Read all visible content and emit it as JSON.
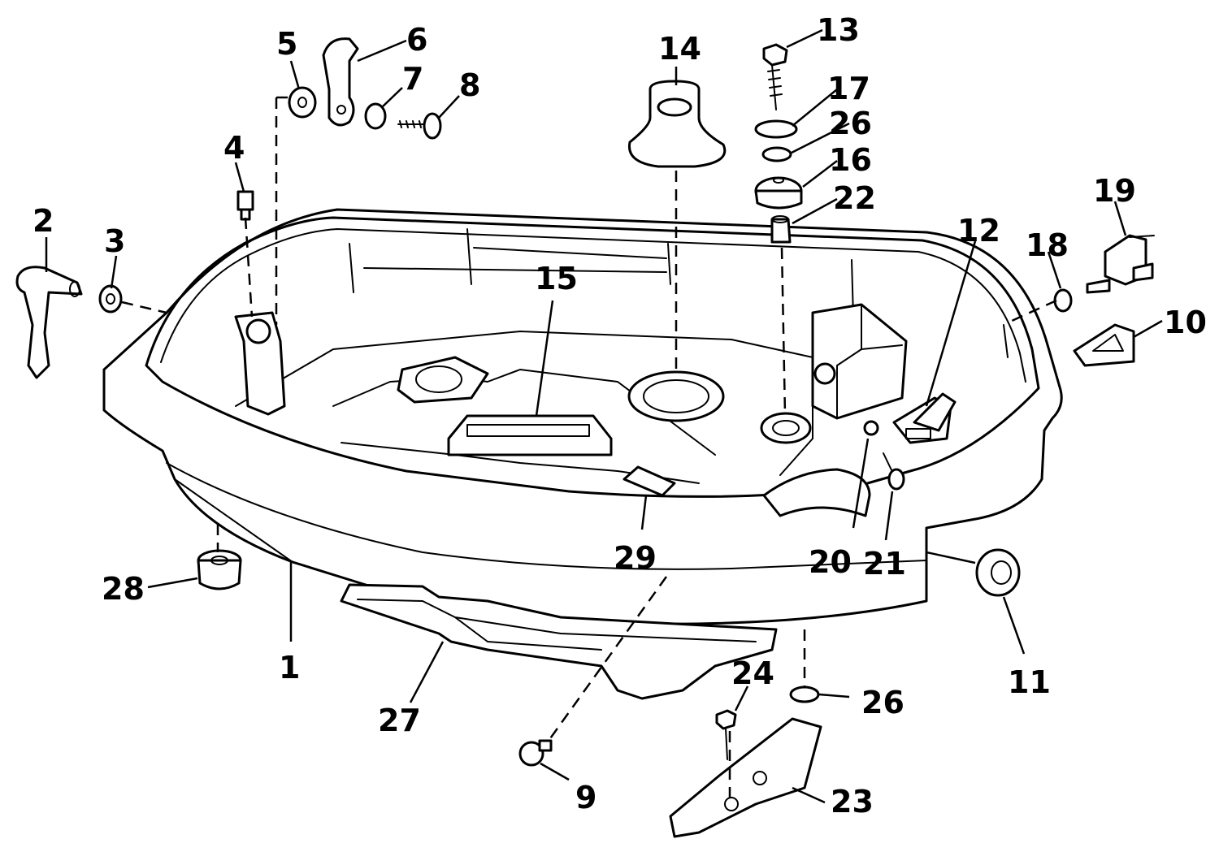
{
  "callouts": [
    {
      "id": "1",
      "label": "1"
    },
    {
      "id": "2",
      "label": "2"
    },
    {
      "id": "3",
      "label": "3"
    },
    {
      "id": "4",
      "label": "4"
    },
    {
      "id": "5",
      "label": "5"
    },
    {
      "id": "6",
      "label": "6"
    },
    {
      "id": "7",
      "label": "7"
    },
    {
      "id": "8",
      "label": "8"
    },
    {
      "id": "9",
      "label": "9"
    },
    {
      "id": "10",
      "label": "10"
    },
    {
      "id": "11",
      "label": "11"
    },
    {
      "id": "12",
      "label": "12"
    },
    {
      "id": "13",
      "label": "13"
    },
    {
      "id": "14",
      "label": "14"
    },
    {
      "id": "15",
      "label": "15"
    },
    {
      "id": "16",
      "label": "16"
    },
    {
      "id": "17",
      "label": "17"
    },
    {
      "id": "18",
      "label": "18"
    },
    {
      "id": "19",
      "label": "19"
    },
    {
      "id": "20",
      "label": "20"
    },
    {
      "id": "21",
      "label": "21"
    },
    {
      "id": "22",
      "label": "22"
    },
    {
      "id": "23",
      "label": "23"
    },
    {
      "id": "24",
      "label": "24"
    },
    {
      "id": "26a",
      "label": "26"
    },
    {
      "id": "26b",
      "label": "26"
    },
    {
      "id": "27",
      "label": "27"
    },
    {
      "id": "28",
      "label": "28"
    },
    {
      "id": "29",
      "label": "29"
    }
  ]
}
